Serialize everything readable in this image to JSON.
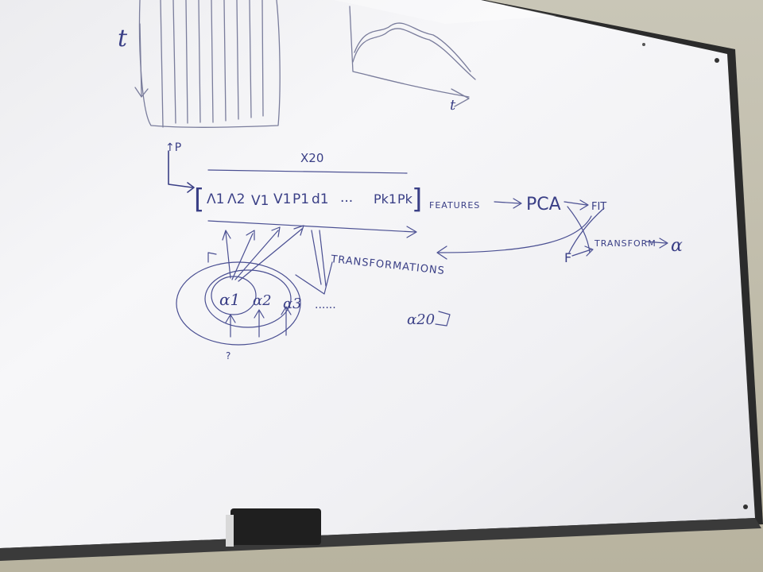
{
  "scene": {
    "description_colors": {
      "wall": "#cfcab8",
      "board": "#f2f2f4",
      "frame": "#2b2b2b",
      "ink": "#3a3f86"
    }
  },
  "whiteboard": {
    "labels": {
      "t_axis": "t",
      "p_marks": "↑P",
      "times": "X20",
      "vector_start": "[",
      "v1": "Λ1",
      "v2": "Λ2",
      "v3": "V1",
      "v4": "V1",
      "v5": "P1",
      "v6": "d1",
      "ellipsis1": "...",
      "v_last1": "Pk1",
      "v_last2": "Pk",
      "vector_end": "]",
      "features": "FEATURES",
      "pca": "PCA",
      "fit": "FIT",
      "f_label": "F",
      "transform": "TRANSFORM",
      "alpha_out": "α",
      "transformations": "TRANSFORMATIONS",
      "alpha1": "α1",
      "alpha2": "α2",
      "alpha3": "α3",
      "dots": "......",
      "alpha20": "α20",
      "question": "?"
    }
  }
}
